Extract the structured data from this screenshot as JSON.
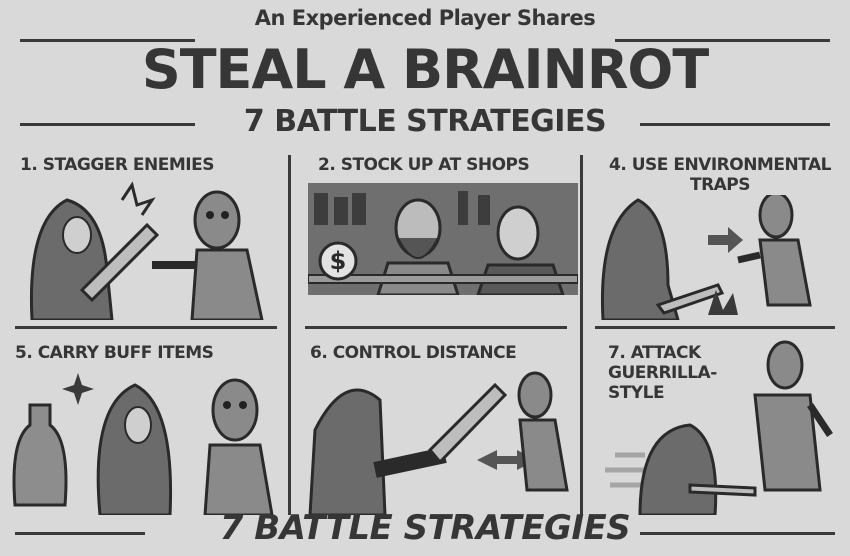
{
  "header": {
    "subtitle": "An Experienced Player Shares",
    "title": "STEAL A BRAINROT",
    "strategies_heading": "7 BATTLE STRATEGIES"
  },
  "panels": [
    {
      "label": "1. STAGGER ENEMIES"
    },
    {
      "label": "2. STOCK UP AT SHOPS"
    },
    {
      "label": "4. USE ENVIRONMENTAL TRAPS"
    },
    {
      "label": "5. CARRY BUFF ITEMS"
    },
    {
      "label": "6. CONTROL DISTANCE"
    },
    {
      "label": "7. ATTACK GUERRILLA-STYLE"
    }
  ],
  "shop": {
    "currency_symbol": "$"
  },
  "footer": {
    "heading": "7 BATTLE STRATEGIES"
  }
}
